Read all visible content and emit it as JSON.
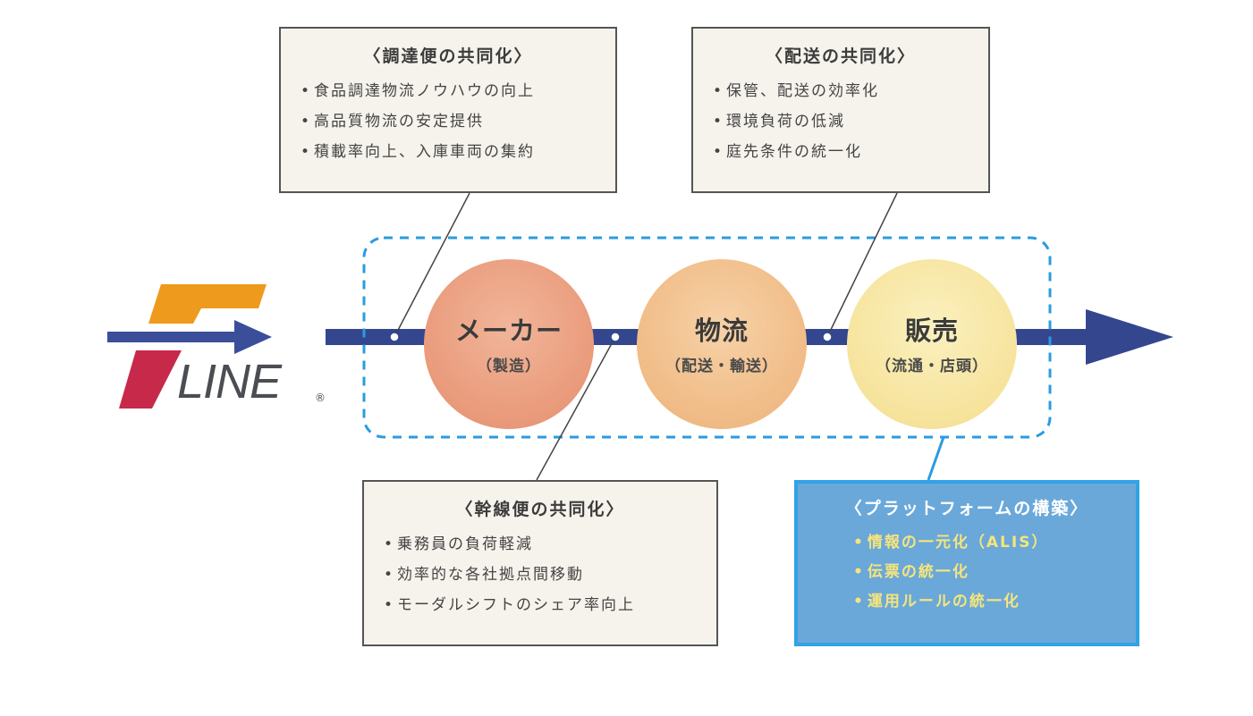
{
  "logo": {
    "text": "LINE",
    "mark": "®",
    "colors": {
      "orange": "#ee9a1c",
      "red": "#c7294a",
      "arrow": "#3a4e9a"
    }
  },
  "flow": {
    "arrow_color": "#33468e",
    "frame_color": "#2b9be0",
    "nodes": [
      {
        "main": "メーカー",
        "sub": "（製造）"
      },
      {
        "main": "物流",
        "sub": "（配送・輸送）"
      },
      {
        "main": "販売",
        "sub": "（流通・店頭）"
      }
    ]
  },
  "boxes": {
    "choutatsu": {
      "title": "〈調達便の共同化〉",
      "items": [
        "食品調達物流ノウハウの向上",
        "高品質物流の安定提供",
        "積載率向上、入庫車両の集約"
      ]
    },
    "haisou": {
      "title": "〈配送の共同化〉",
      "items": [
        "保管、配送の効率化",
        "環境負荷の低減",
        "庭先条件の統一化"
      ]
    },
    "kansen": {
      "title": "〈幹線便の共同化〉",
      "items": [
        "乗務員の負荷軽減",
        "効率的な各社拠点間移動",
        "モーダルシフトのシェア率向上"
      ]
    },
    "platform": {
      "title": "〈プラットフォームの構築〉",
      "items": [
        "情報の一元化（ALIS）",
        "伝票の統一化",
        "運用ルールの統一化"
      ]
    }
  }
}
